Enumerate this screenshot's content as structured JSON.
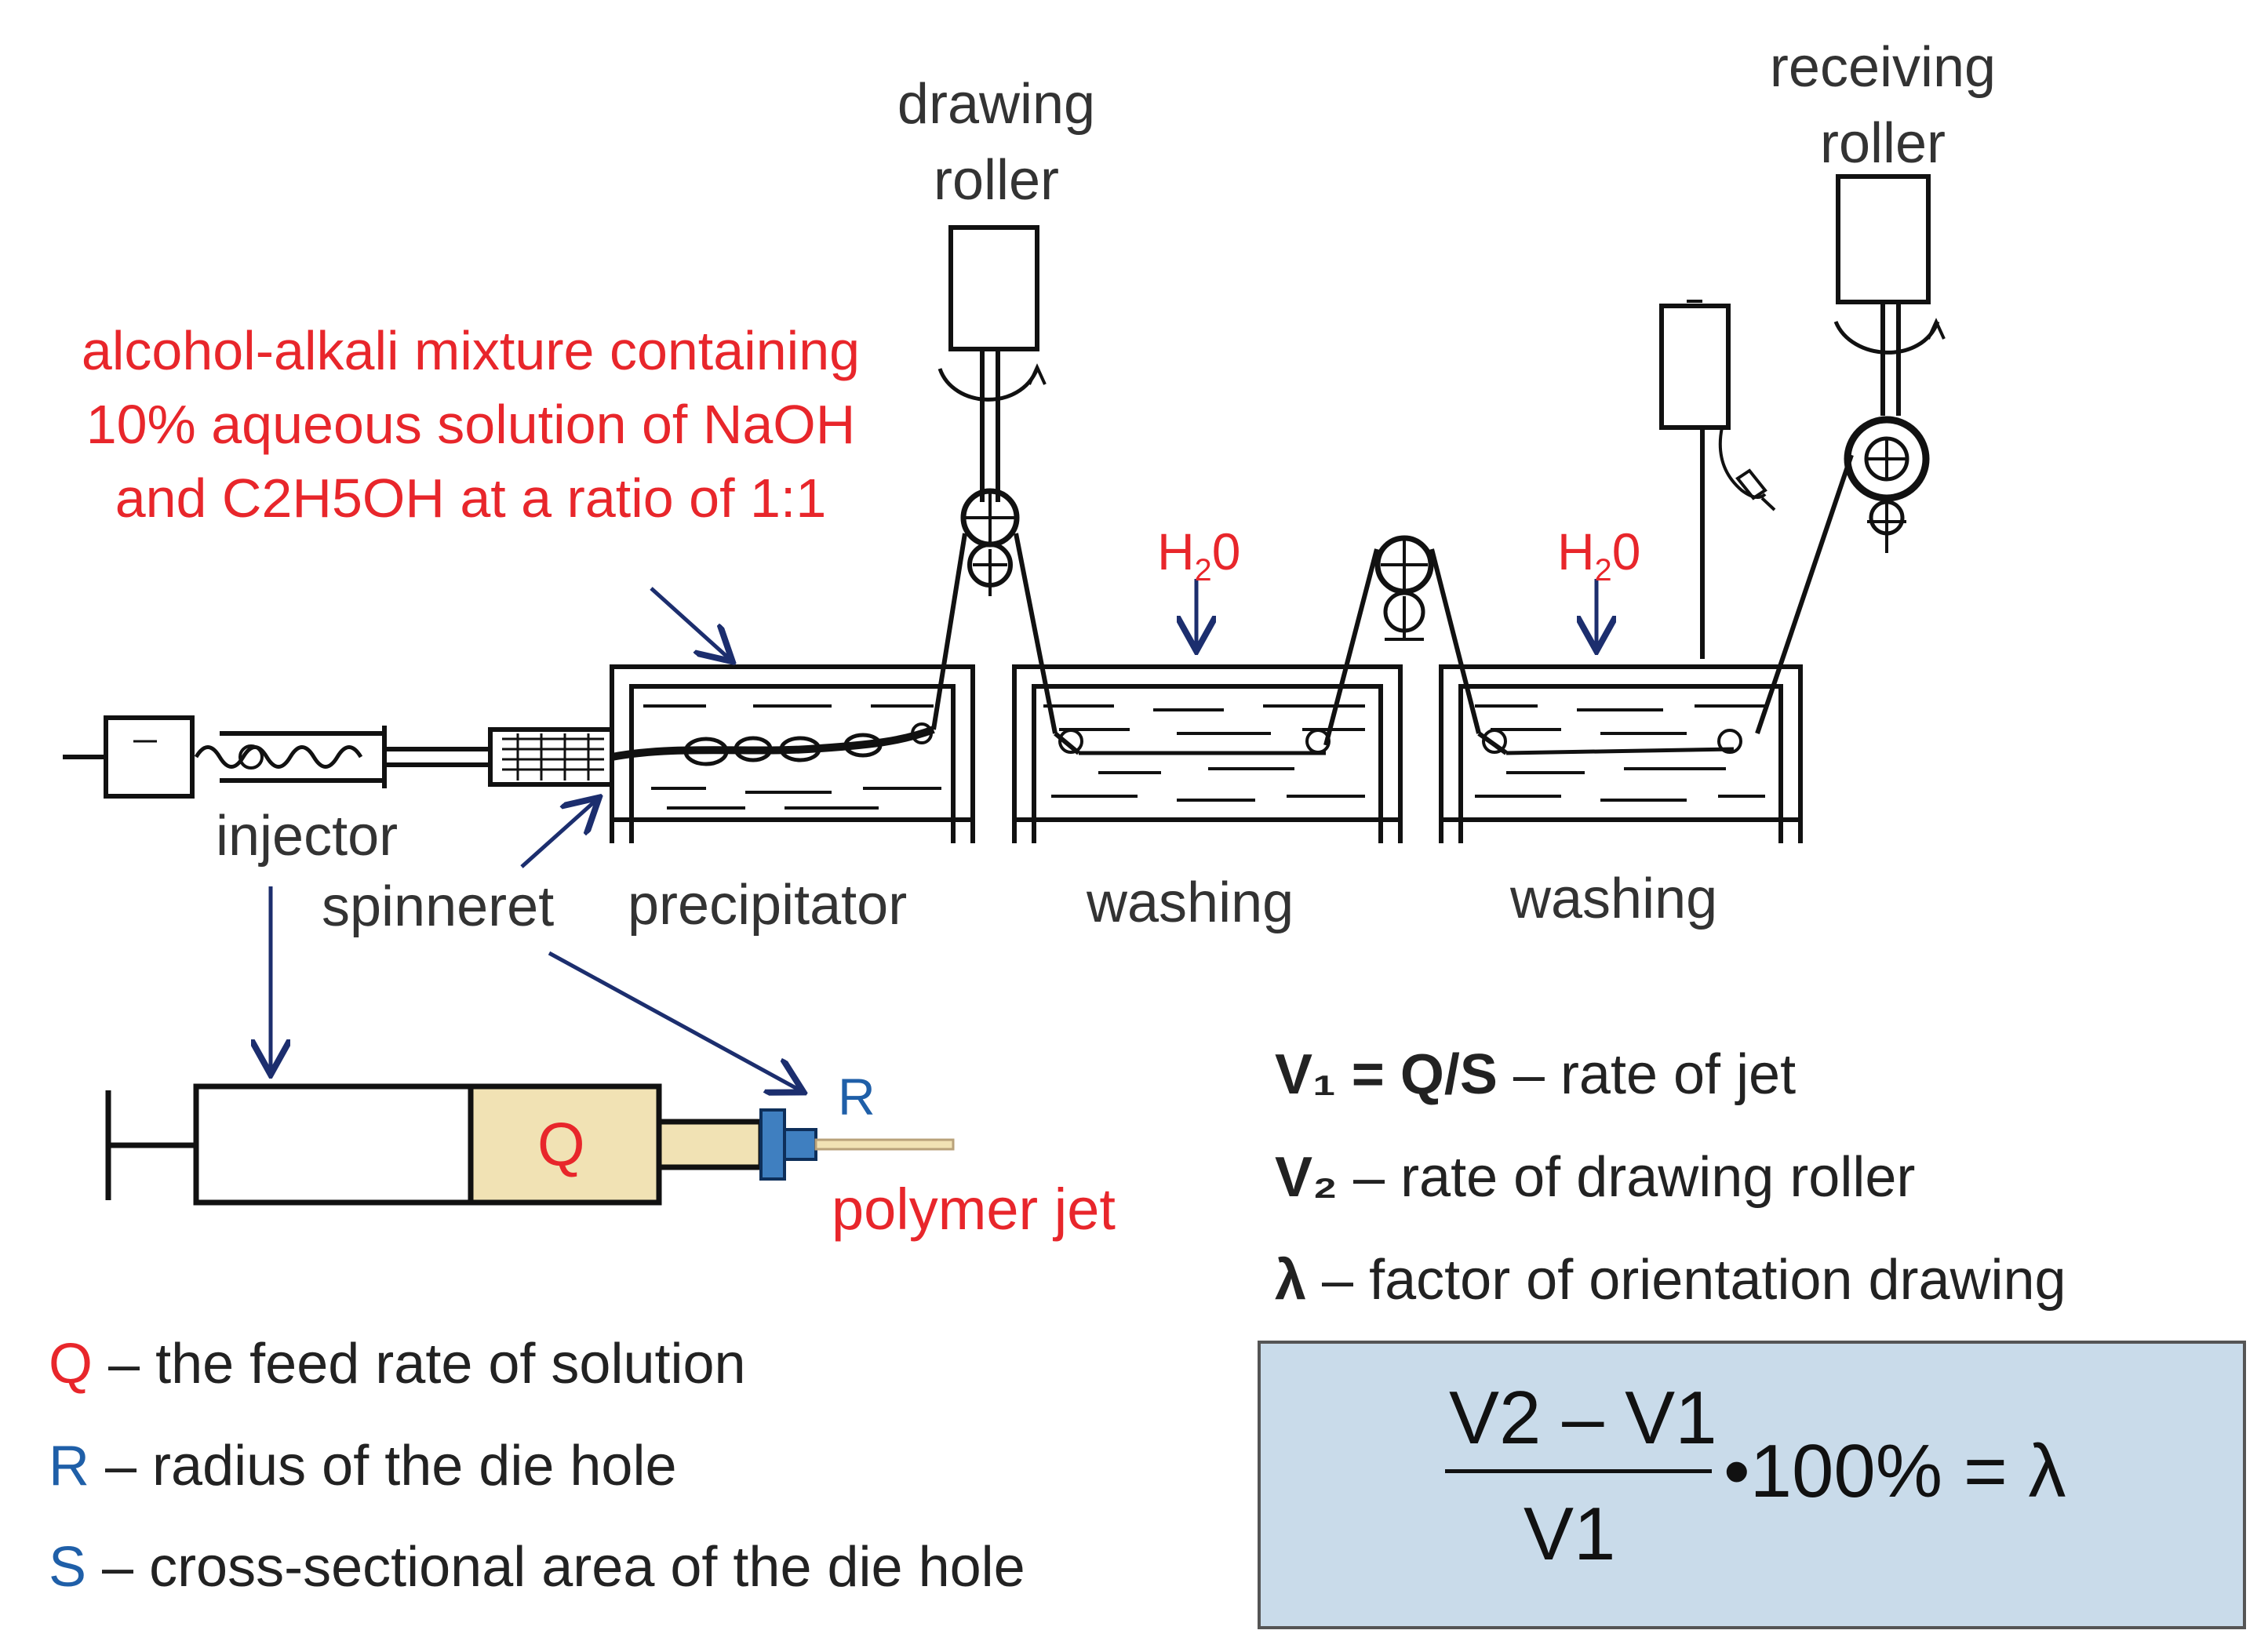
{
  "labels": {
    "drawing_roller": [
      "drawing",
      "roller"
    ],
    "receiving_roller": [
      "receiving",
      "roller"
    ],
    "mixture": [
      "alcohol-alkali mixture containing",
      "10% aqueous solution of NaOH",
      "and C2H5OH at a ratio of 1:1"
    ],
    "water_1": "H20",
    "water_2": "H20",
    "injector": "injector",
    "spinneret": "spinneret",
    "precipitator": "precipitator",
    "washing_1": "washing",
    "washing_2": "washing",
    "q_syringe": "Q",
    "r_label": "R",
    "polymer_jet": "polymer jet"
  },
  "legend_left": [
    {
      "symbol": "Q",
      "text": " – the feed rate of solution"
    },
    {
      "symbol": "R",
      "text": " – radius of the die hole"
    },
    {
      "symbol": "S",
      "text": " – cross-sectional area of the die hole"
    }
  ],
  "legend_right": [
    {
      "symbol": "V₁ = Q/S",
      "text": " – rate of jet"
    },
    {
      "symbol": "V₂",
      "text": " – rate of drawing roller"
    },
    {
      "symbol": "λ",
      "text": " – factor of orientation drawing"
    }
  ],
  "formula": {
    "numerator": "V2 – V1",
    "denominator": "V1",
    "suffix": "•100% = λ"
  },
  "colors": {
    "red": "#e8262b",
    "blue": "#1f5fa8",
    "navy_arrow": "#1c2e6e",
    "syringe_fill": "#f1e2b4",
    "box_fill": "#c9dbea"
  }
}
